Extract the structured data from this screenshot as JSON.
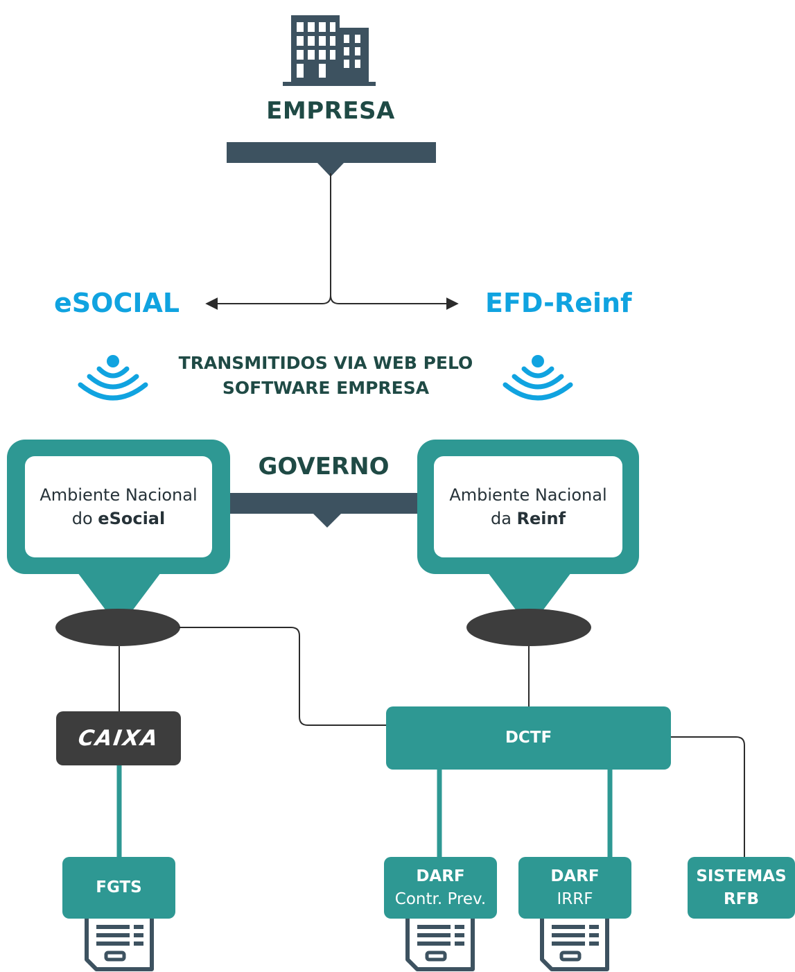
{
  "empresa": {
    "label": "EMPRESA",
    "icon": "building-icon"
  },
  "systems": {
    "esocial": "eSOCIAL",
    "reinf": "EFD-Reinf"
  },
  "transmission": {
    "line1": "TRANSMITIDOS VIA WEB PELO",
    "line2": "SOFTWARE EMPRESA",
    "icon": "wifi-signal-icon"
  },
  "governo": {
    "label": "GOVERNO"
  },
  "ambientes": {
    "esocial": {
      "line1": "Ambiente Nacional",
      "prefix": "do ",
      "bold": "eSocial"
    },
    "reinf": {
      "line1": "Ambiente Nacional",
      "prefix": "da ",
      "bold": "Reinf"
    }
  },
  "nodes": {
    "caixa": "CAIXA",
    "dctf": "DCTF",
    "fgts": "FGTS",
    "darf_prev": {
      "title": "DARF",
      "sub": "Contr. Prev."
    },
    "darf_irrf": {
      "title": "DARF",
      "sub": "IRRF"
    },
    "sistemas": {
      "line1": "SISTEMAS",
      "line2": "RFB"
    }
  },
  "document_icon": "document-icon",
  "colors": {
    "dark": "#3d5260",
    "teal": "#2e9893",
    "blue": "#10a3e0",
    "text_dark": "#1f4a45",
    "ellipse": "#3d3d3d"
  }
}
